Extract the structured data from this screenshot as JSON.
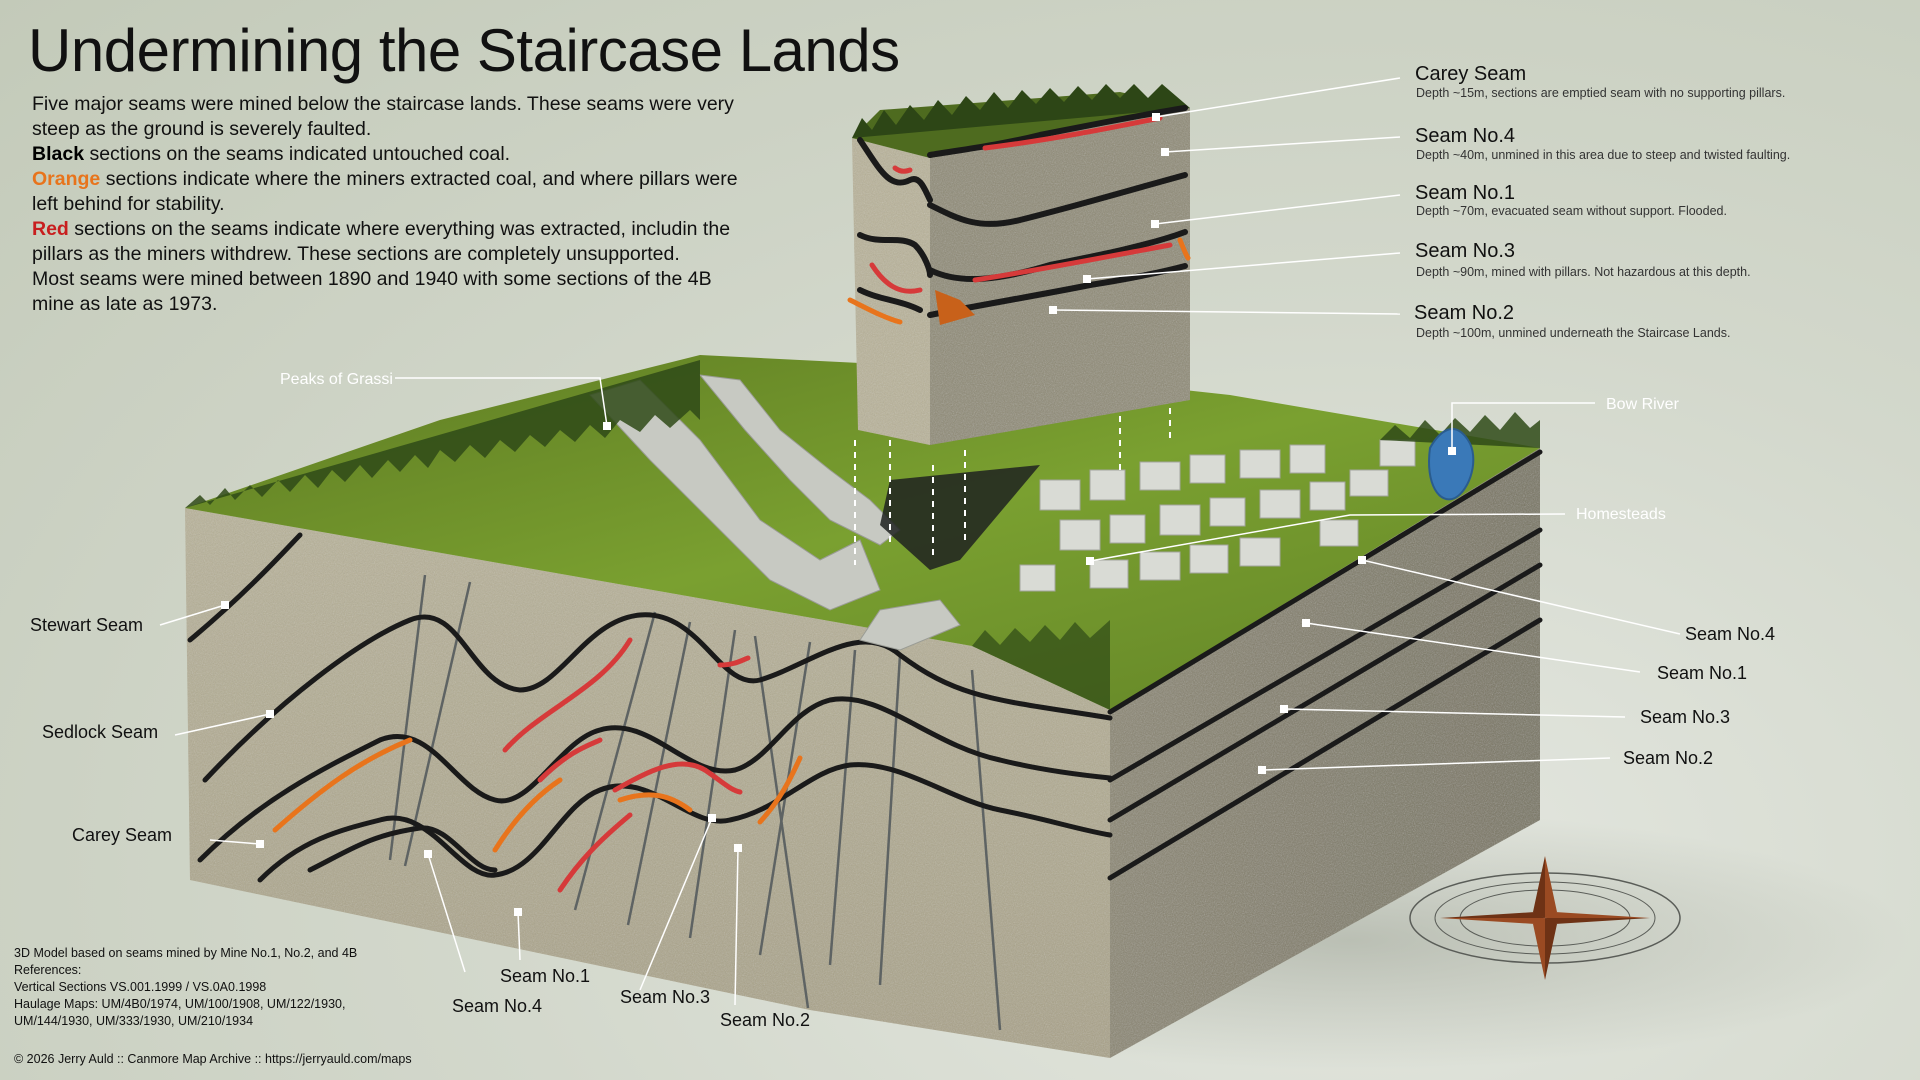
{
  "title": "Undermining the Staircase Lands",
  "intro": {
    "line1": "Five major seams were mined below the staircase lands. These seams were very steep as the ground is severely faulted.",
    "black_keyword": "Black",
    "black_text": " sections on the seams indicated untouched coal.",
    "orange_keyword": "Orange",
    "orange_text": " sections indicate where the miners extracted coal, and where pillars were left behind for stability.",
    "red_keyword": "Red",
    "red_text": " sections on the seams indicate where everything was extracted, includin the pillars as the miners withdrew. These sections are completely unsupported.",
    "last": "Most seams were mined between 1890 and 1940 with some sections of the 4B mine as late as 1973."
  },
  "legend": [
    {
      "name": "Carey Seam",
      "desc": "Depth ~15m, sections are emptied seam with no supporting pillars."
    },
    {
      "name": "Seam No.4",
      "desc": "Depth ~40m, unmined in this area due to steep and twisted faulting."
    },
    {
      "name": "Seam No.1",
      "desc": "Depth ~70m, evacuated seam without support. Flooded."
    },
    {
      "name": "Seam No.3",
      "desc": "Depth ~90m, mined with pillars. Not hazardous at this depth."
    },
    {
      "name": "Seam No.2",
      "desc": "Depth ~100m, unmined underneath the Staircase Lands."
    }
  ],
  "labels": {
    "peaks": "Peaks of Grassi",
    "bow_river": "Bow River",
    "homesteads": "Homesteads",
    "stewart": "Stewart Seam",
    "sedlock": "Sedlock Seam",
    "carey": "Carey Seam",
    "front_no1": "Seam No.1",
    "front_no4": "Seam No.4",
    "front_no3": "Seam No.3",
    "front_no2": "Seam No.2",
    "right_no4": "Seam No.4",
    "right_no1": "Seam No.1",
    "right_no3": "Seam No.3",
    "right_no2": "Seam No.2"
  },
  "credits": {
    "l1": "3D Model based on seams mined by Mine No.1, No.2, and 4B",
    "l2": "References:",
    "l3": "Vertical Sections VS.001.1999 / VS.0A0.1998",
    "l4": "Haulage Maps: UM/4B0/1974, UM/100/1908, UM/122/1930,",
    "l5": "UM/144/1930, UM/333/1930, UM/210/1934",
    "copyright": "© 2026 Jerry Auld :: Canmore Map Archive :: https://jerryauld.com/maps"
  },
  "colors": {
    "untouched": "#1a1a1a",
    "extracted_with_pillars": "#e8741c",
    "fully_extracted": "#d63a3a",
    "river": "#3a79b8",
    "rock": "#b4ad94",
    "grass": "#6b8f2a"
  },
  "icons": [
    "compass-rose-icon"
  ]
}
